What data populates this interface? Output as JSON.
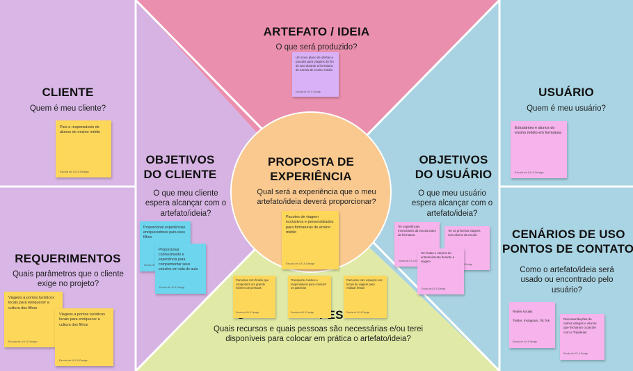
{
  "colors": {
    "left_panels": "#d8b6e6",
    "right_panels": "#a9d4e3",
    "artefato_triangle": "#ea8fad",
    "objetivos_cliente_triangle": "#d6b3e2",
    "objetivos_usuario_triangle": "#a9d3e2",
    "recursos_triangle": "#e0eaa6",
    "center_circle": "#f9c98f",
    "divider": "#ffffff"
  },
  "sections": {
    "cliente": {
      "title": "CLIENTE",
      "subtitle": "Quem é meu cliente?"
    },
    "requerimentos": {
      "title": "REQUERIMENTOS",
      "subtitle": "Quais parâmetros que o cliente exige no projeto?"
    },
    "artefato": {
      "title": "ARTEFATO / IDEIA",
      "subtitle": "O que será produzido?"
    },
    "objetivos_cliente": {
      "title_line1": "OBJETIVOS",
      "title_line2": "DO CLIENTE",
      "subtitle": "O que meu cliente espera alcançar com o artefato/ideia?"
    },
    "proposta": {
      "title_line1": "PROPOSTA DE",
      "title_line2": "EXPERIÊNCIA",
      "subtitle": "Qual será a experiência que o meu artefato/ideia deverá proporcionar?"
    },
    "objetivos_usuario": {
      "title_line1": "OBJETIVOS",
      "title_line2": "DO USUÁRIO",
      "subtitle": "O que meu usuário espera alcançar com o artefato/ideia?"
    },
    "recursos": {
      "title_fragment_left": "U",
      "title_fragment_right": "PES",
      "subtitle": "Quais recursos e quais pessoas são necessárias e/ou terei disponíveis para colocar em prática o artefato/ideia?"
    },
    "usuario": {
      "title": "USUÁRIO",
      "subtitle": "Quem é meu usuário?"
    },
    "cenarios": {
      "title_line1": "CENÁRIOS DE USO",
      "title_line2": "PONTOS DE CONTATO",
      "subtitle": "Como o artefato/ideia será usado ou encontrado pelo usuário?"
    }
  },
  "signature": "Escola de UX & Design",
  "stickies": {
    "cliente_1": "Pais e responsáveis de alunos do ensino médio",
    "req_1": "Viagens a pontos turísticos locais para enriquecer a cultura dos filhos",
    "req_2": "Viagens a pontos turísticos locais para enriquecer a cultura dos filhos",
    "artefato_1": "Um novo plano de ofertas e pacotes para viagens do fim de ano durante a formatura de turmas de ensino médio",
    "obj_cliente_1": "Proporcionar experiências enriquecedoras para seus filhos",
    "obj_cliente_2": "Proporcionar conhecimento e experiência para complementar seus estudos em sala de aula",
    "proposta_1": "Pacotes de viagem exclusivos e personalizados para formaturas de ensino médio",
    "obj_usuario_1": "Ter experiências memoráveis da escola antes da formatura",
    "obj_usuario_2": "Ter as primeiras viagens com alunos da escola",
    "obj_usuario_3": "Ter festas e roteiros de entretenimento durante a viagem",
    "recursos_1": "Parcerias com hotéis que comportem um grande número de pessoas",
    "recursos_2": "Transporte coletivo e responsáveis para conduzir os passeios",
    "recursos_3": "Parcerias com espaços nos locais de viagem para realizar festas",
    "usuario_1": "Estudantes e alunos do ensino médio em formatura",
    "cenarios_1": "Redes sociais\n\nTwitter, Instagram, Tik Tok",
    "cenarios_2": "Recomendações de outros amigos e alunos que fecharam o pacote com a Tripideias"
  }
}
